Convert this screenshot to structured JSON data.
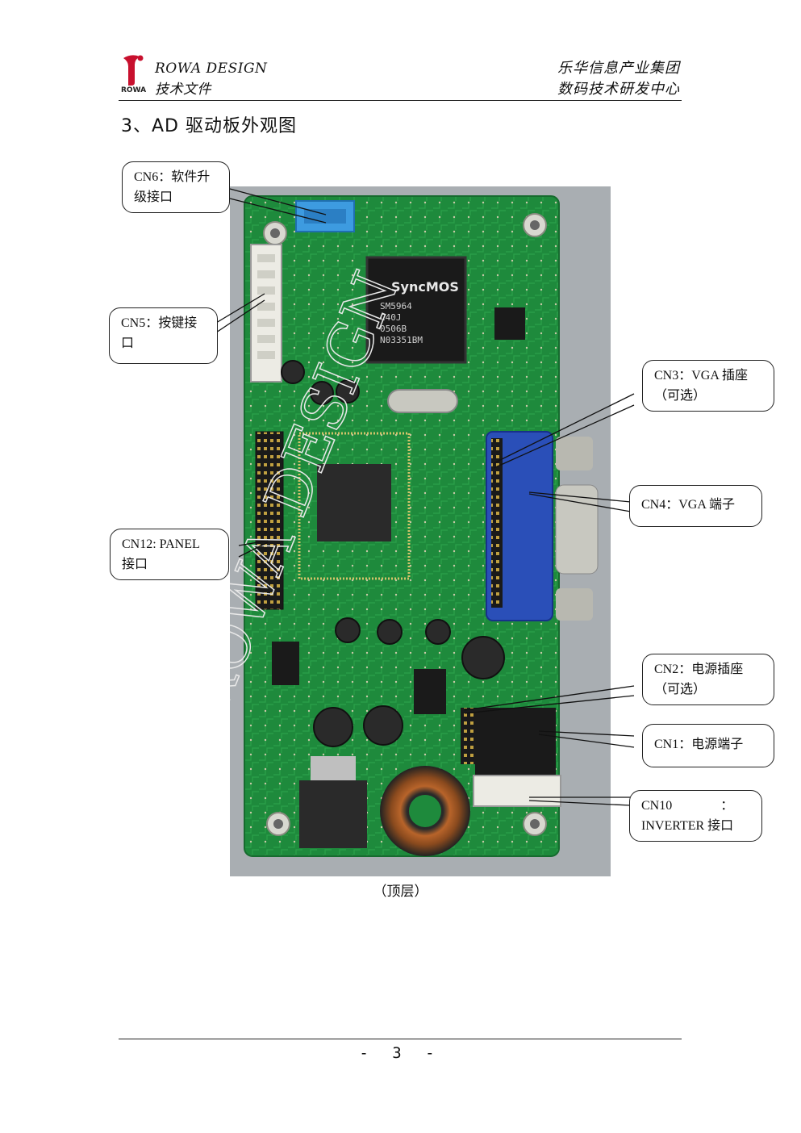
{
  "header": {
    "brand_en": "ROWA DESIGN",
    "doc_type": "技术文件",
    "logo_text": "ROWA",
    "company": "乐华信息产业集团",
    "department": "数码技术研发中心"
  },
  "section_title": "3、AD 驱动板外观图",
  "photo": {
    "chip_brand": "SyncMOS",
    "chip_lines": [
      "SM5964",
      "C40J",
      "0506B",
      "N03351BM"
    ],
    "watermark": "ROWA DESIGN",
    "caption": "（顶层）"
  },
  "callouts": [
    {
      "id": "cn6",
      "line1": "CN6：软件升",
      "line2": "级接口"
    },
    {
      "id": "cn5",
      "line1": "CN5：按键接",
      "line2": "口"
    },
    {
      "id": "cn3",
      "line1": "CN3：VGA 插座",
      "line2": "（可选）"
    },
    {
      "id": "cn4",
      "line1": "CN4：VGA 端子",
      "line2": ""
    },
    {
      "id": "cn12",
      "line1": "CN12:  PANEL",
      "line2": "接口"
    },
    {
      "id": "cn2",
      "line1": "CN2：电源插座",
      "line2": "（可选）"
    },
    {
      "id": "cn1",
      "line1": "CN1：电源端子",
      "line2": ""
    },
    {
      "id": "cn10",
      "line1": "CN10               ：",
      "line2": "INVERTER  接口"
    }
  ],
  "footer": {
    "page": "- 3 -"
  },
  "colors": {
    "pcb_green": "#1e8a3c",
    "vga_blue": "#2a4fb8",
    "connector_cyan": "#3d9be0",
    "background_gray": "#a9aeb2"
  }
}
